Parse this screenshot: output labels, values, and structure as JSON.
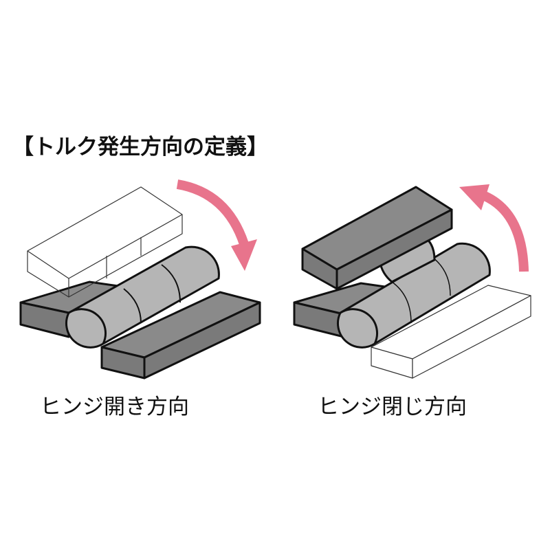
{
  "title": "【トルク発生方向の定義】",
  "figures": [
    {
      "label": "ヒンジ開き方向",
      "arrow": "clockwise-down"
    },
    {
      "label": "ヒンジ閉じ方向",
      "arrow": "counterclockwise-up"
    }
  ],
  "colors": {
    "solid": "#7d7d7d",
    "cylinder": "#b5b5b5",
    "arrow": "#e8748c",
    "ghost": "#ffffff"
  }
}
